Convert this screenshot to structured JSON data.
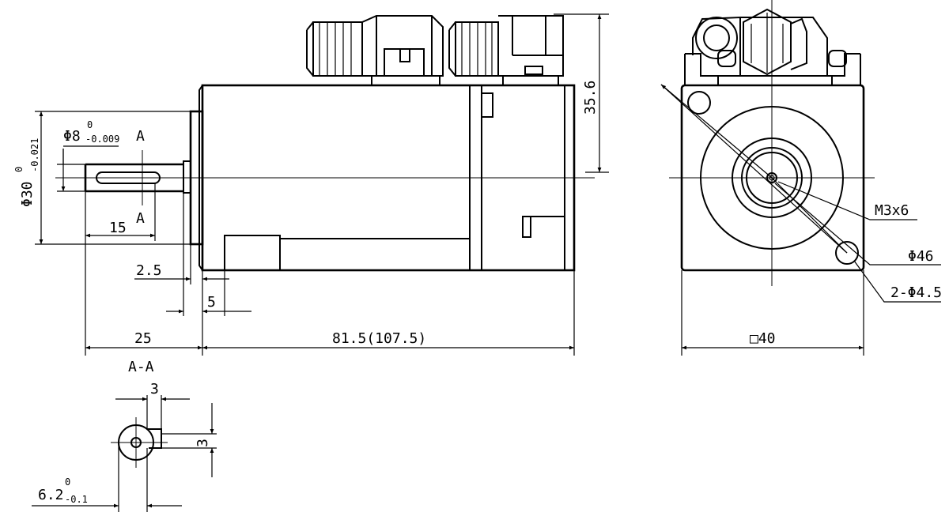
{
  "labels": {
    "shaft_dia": "Φ8",
    "shaft_dia_tol_upper": "0",
    "shaft_dia_tol_lower": "-0.009",
    "flange_dia": "Φ30",
    "flange_dia_tol_upper": "0",
    "flange_dia_tol_lower": "-0.021",
    "section_mark_top": "A",
    "section_mark_bottom": "A",
    "shaft_key_len": "15",
    "flange_thickness": "2.5",
    "boss_offset": "5",
    "shaft_len": "25",
    "body_len": "81.5(107.5)",
    "connector_height": "35.6",
    "thread_callout": "M3x6",
    "pcd_callout": "Φ46",
    "mount_holes_callout": "2-Φ4.5",
    "square_size": "□40",
    "section_title": "A-A",
    "key_width": "3",
    "key_height": "3",
    "flat_depth": "6.2",
    "flat_tol_upper": "0",
    "flat_tol_lower": "-0.1"
  }
}
